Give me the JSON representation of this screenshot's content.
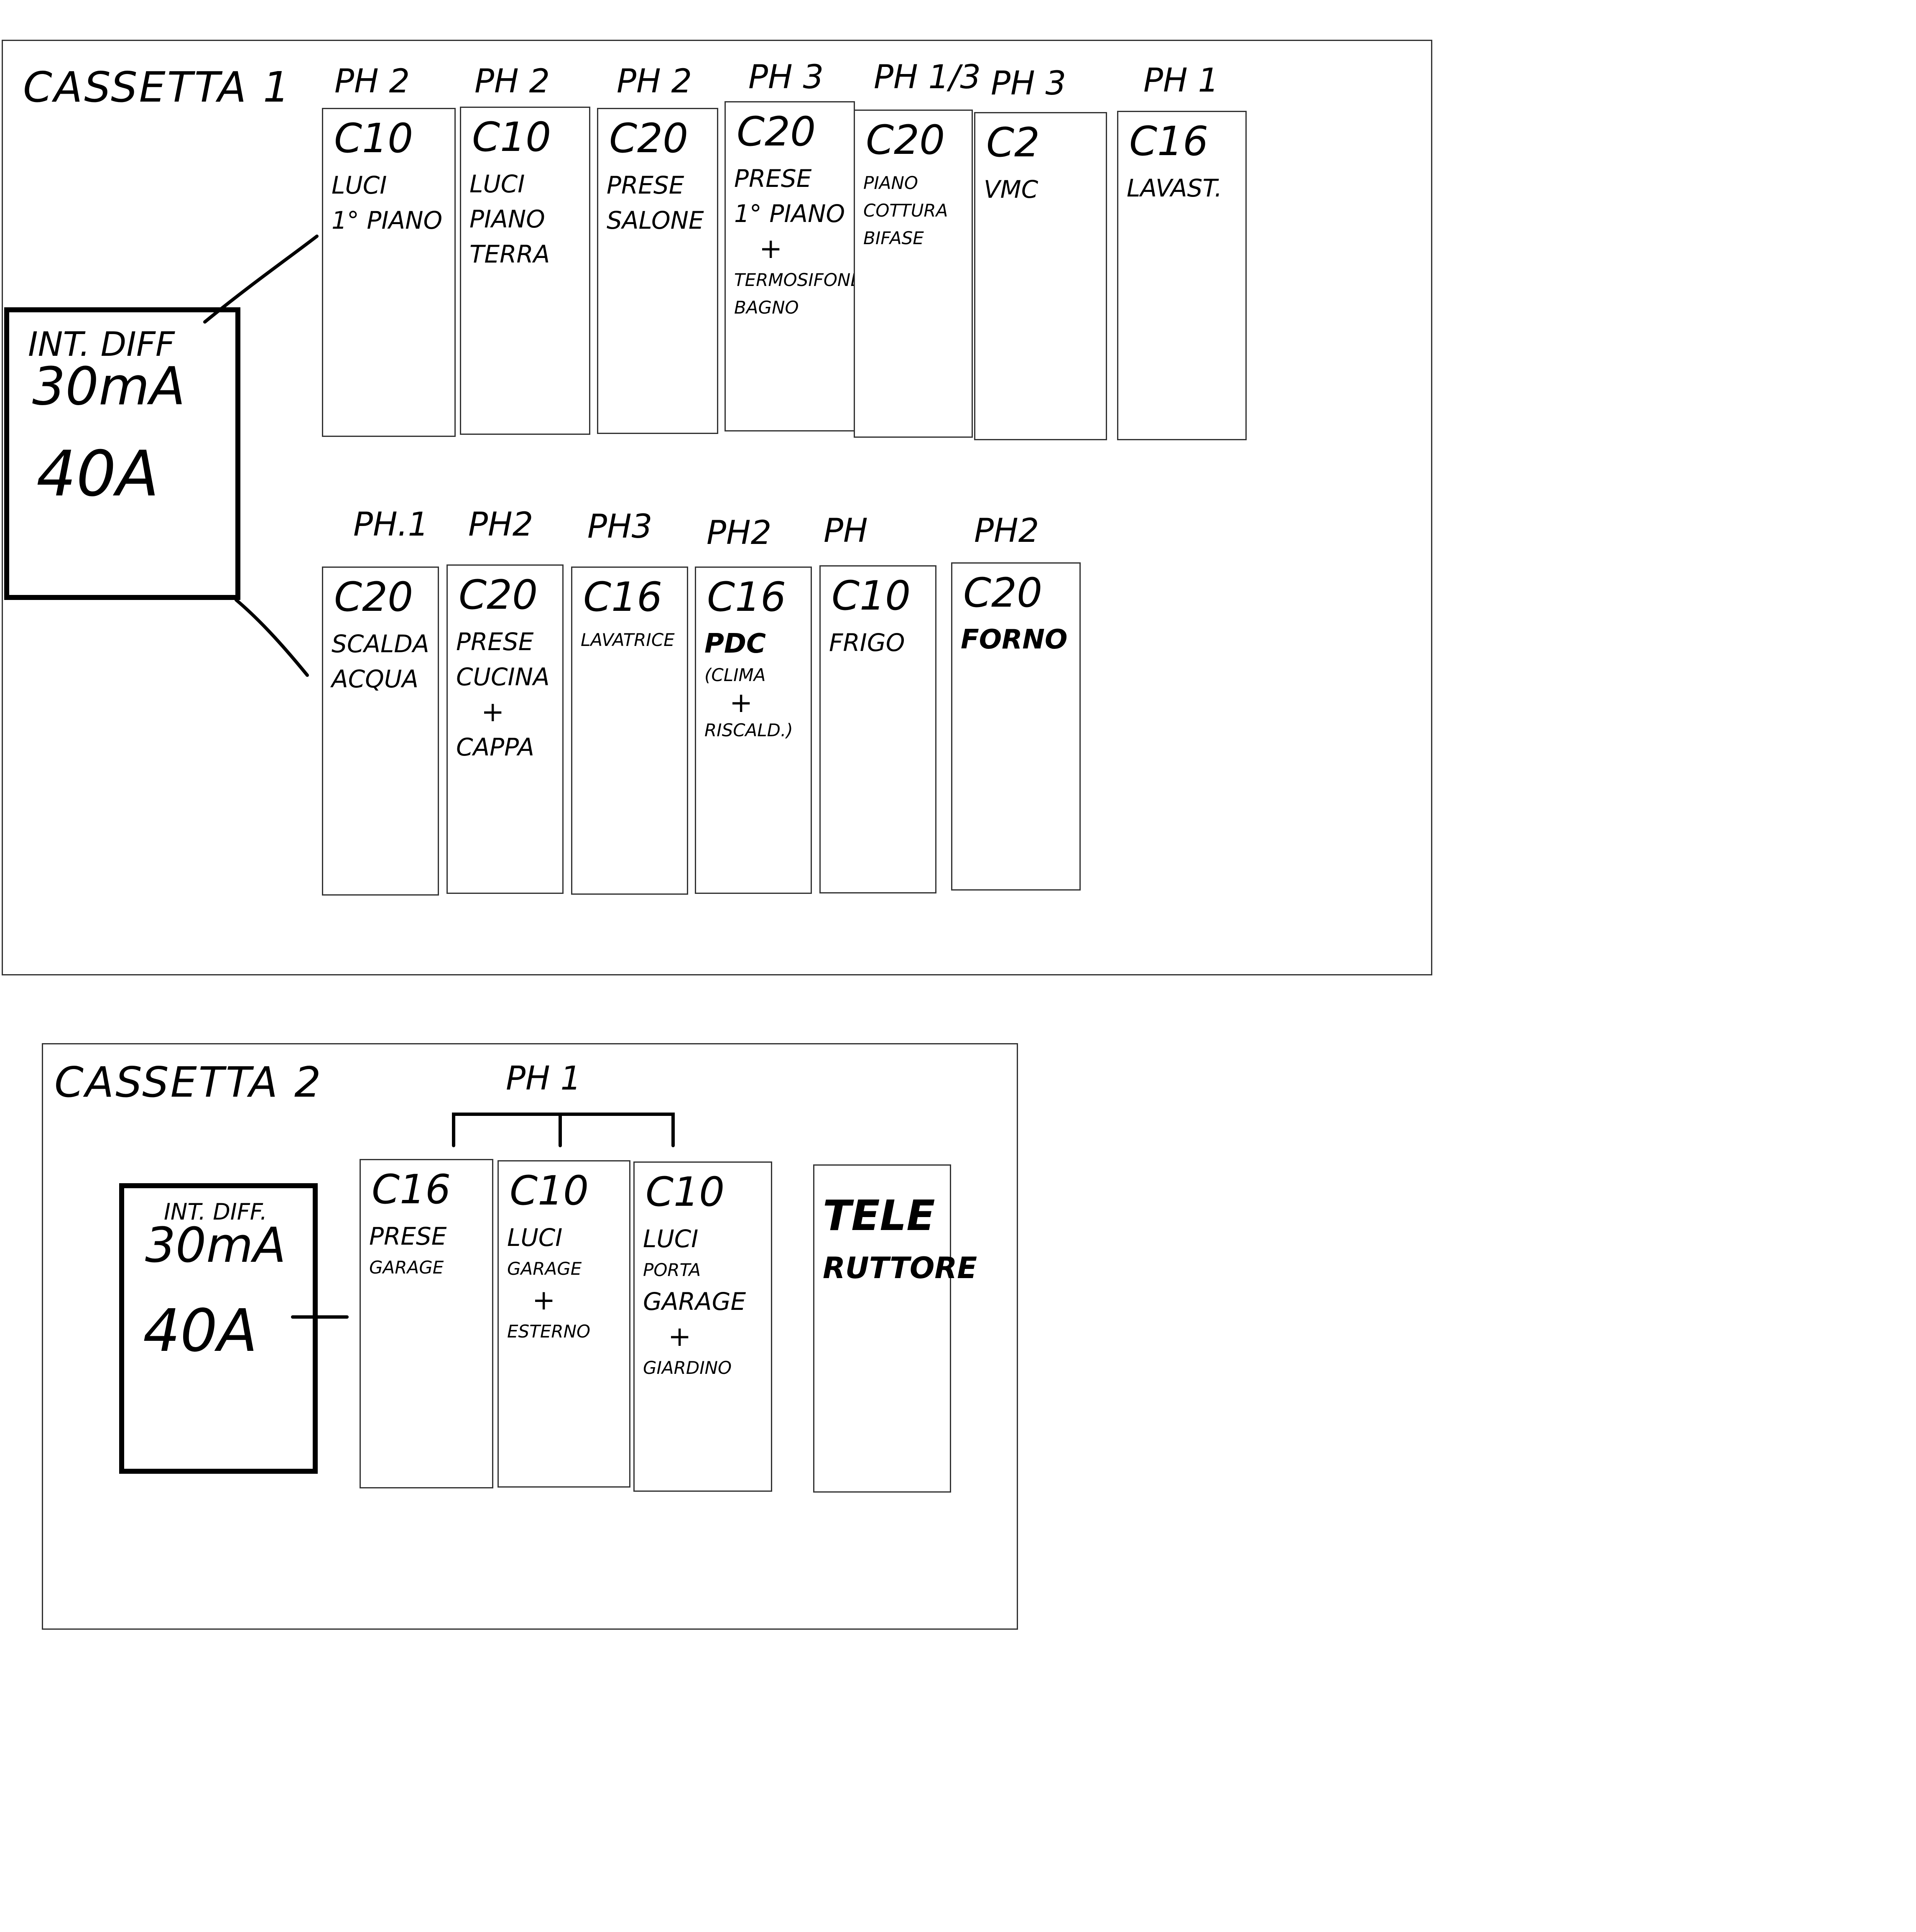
{
  "cassetta1": {
    "title": "CASSETTA 1",
    "differential": {
      "line1": "INT. DIFF",
      "line2": "30mA",
      "line3": "40A"
    },
    "row1": [
      {
        "phase": "PH 2",
        "rating": "C10",
        "lines": [
          "LUCI",
          "1° PIANO"
        ]
      },
      {
        "phase": "PH 2",
        "rating": "C10",
        "lines": [
          "LUCI",
          "PIANO",
          "TERRA"
        ]
      },
      {
        "phase": "PH 2",
        "rating": "C20",
        "lines": [
          "PRESE",
          "SALONE"
        ]
      },
      {
        "phase": "PH 3",
        "rating": "C20",
        "lines": [
          "PRESE",
          "1° PIANO",
          "+",
          "TERMOSIFONE",
          "BAGNO"
        ]
      },
      {
        "phase": "PH 1/3",
        "rating": "C20",
        "lines": [
          "PIANO",
          "COTTURA",
          "BIFASE"
        ]
      },
      {
        "phase": "PH 3",
        "rating": "C2",
        "lines": [
          "VMC"
        ]
      },
      {
        "phase": "PH 1",
        "rating": "C16",
        "lines": [
          "LAVAST."
        ]
      }
    ],
    "row2": [
      {
        "phase": "PH.1",
        "rating": "C20",
        "lines": [
          "SCALDA",
          "ACQUA"
        ]
      },
      {
        "phase": "PH2",
        "rating": "C20",
        "lines": [
          "PRESE",
          "CUCINA",
          "+",
          "CAPPA"
        ]
      },
      {
        "phase": "PH3",
        "rating": "C16",
        "lines": [
          "LAVATRICE"
        ]
      },
      {
        "phase": "PH2",
        "rating": "C16",
        "lines": [
          "PDC",
          "(CLIMA",
          "+",
          "RISCALD.)"
        ]
      },
      {
        "phase": "PH",
        "rating": "C10",
        "lines": [
          "FRIGO"
        ]
      },
      {
        "phase": "PH2",
        "rating": "C20",
        "lines": [
          "FORNO"
        ]
      }
    ]
  },
  "cassetta2": {
    "title": "CASSETTA 2",
    "group_phase": "PH 1",
    "differential": {
      "line1": "INT. DIFF.",
      "line2": "30mA",
      "line3": "40A"
    },
    "breakers": [
      {
        "rating": "C16",
        "lines": [
          "PRESE",
          "GARAGE"
        ]
      },
      {
        "rating": "C10",
        "lines": [
          "LUCI",
          "GARAGE",
          "+",
          "ESTERNO"
        ]
      },
      {
        "rating": "C10",
        "lines": [
          "LUCI",
          "PORTA",
          "GARAGE",
          "+",
          "GIARDINO"
        ]
      }
    ],
    "teleruttore": {
      "line1": "TELE",
      "line2": "RUTTORE"
    }
  }
}
